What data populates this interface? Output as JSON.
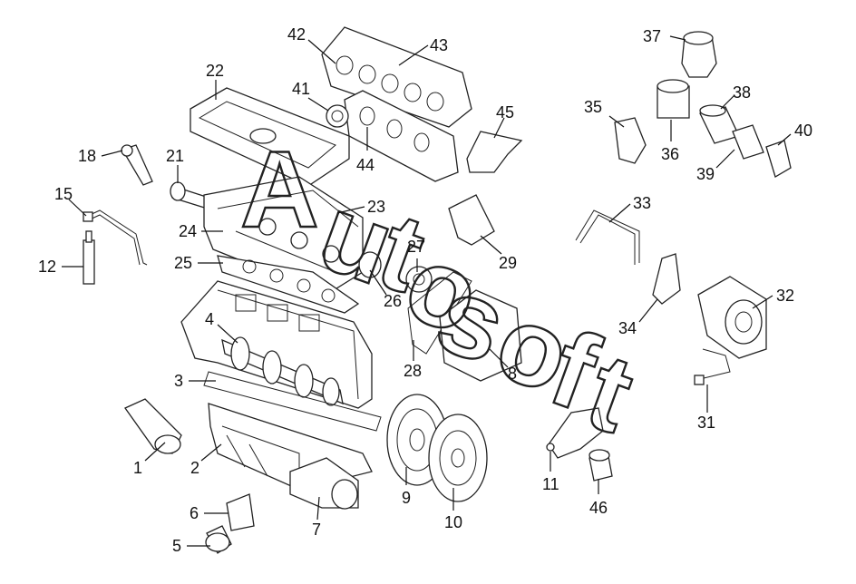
{
  "watermark": {
    "letters": [
      "A",
      "u",
      "t",
      "o",
      "s",
      "o",
      "f",
      "t"
    ]
  },
  "labels": {
    "l1": "1",
    "l2": "2",
    "l3": "3",
    "l4": "4",
    "l5": "5",
    "l6": "6",
    "l7": "7",
    "l8": "8",
    "l9": "9",
    "l10": "10",
    "l11": "11",
    "l12": "12",
    "l15": "15",
    "l18": "18",
    "l21": "21",
    "l22": "22",
    "l23": "23",
    "l24": "24",
    "l25": "25",
    "l26": "26",
    "l27": "27",
    "l28": "28",
    "l29": "29",
    "l31": "31",
    "l32": "32",
    "l33": "33",
    "l34": "34",
    "l35": "35",
    "l36": "36",
    "l37": "37",
    "l38": "38",
    "l39": "39",
    "l40": "40",
    "l41": "41",
    "l42": "42",
    "l43": "43",
    "l44": "44",
    "l45": "45",
    "l46": "46"
  }
}
